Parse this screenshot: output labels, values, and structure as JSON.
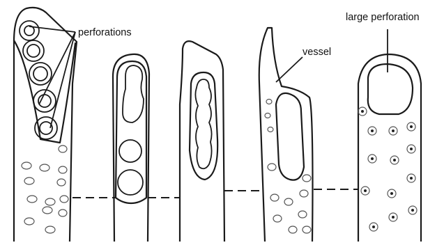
{
  "labels": {
    "perforations": "perforations",
    "vessel": "vessel",
    "large_perforation": "large perforation"
  }
}
